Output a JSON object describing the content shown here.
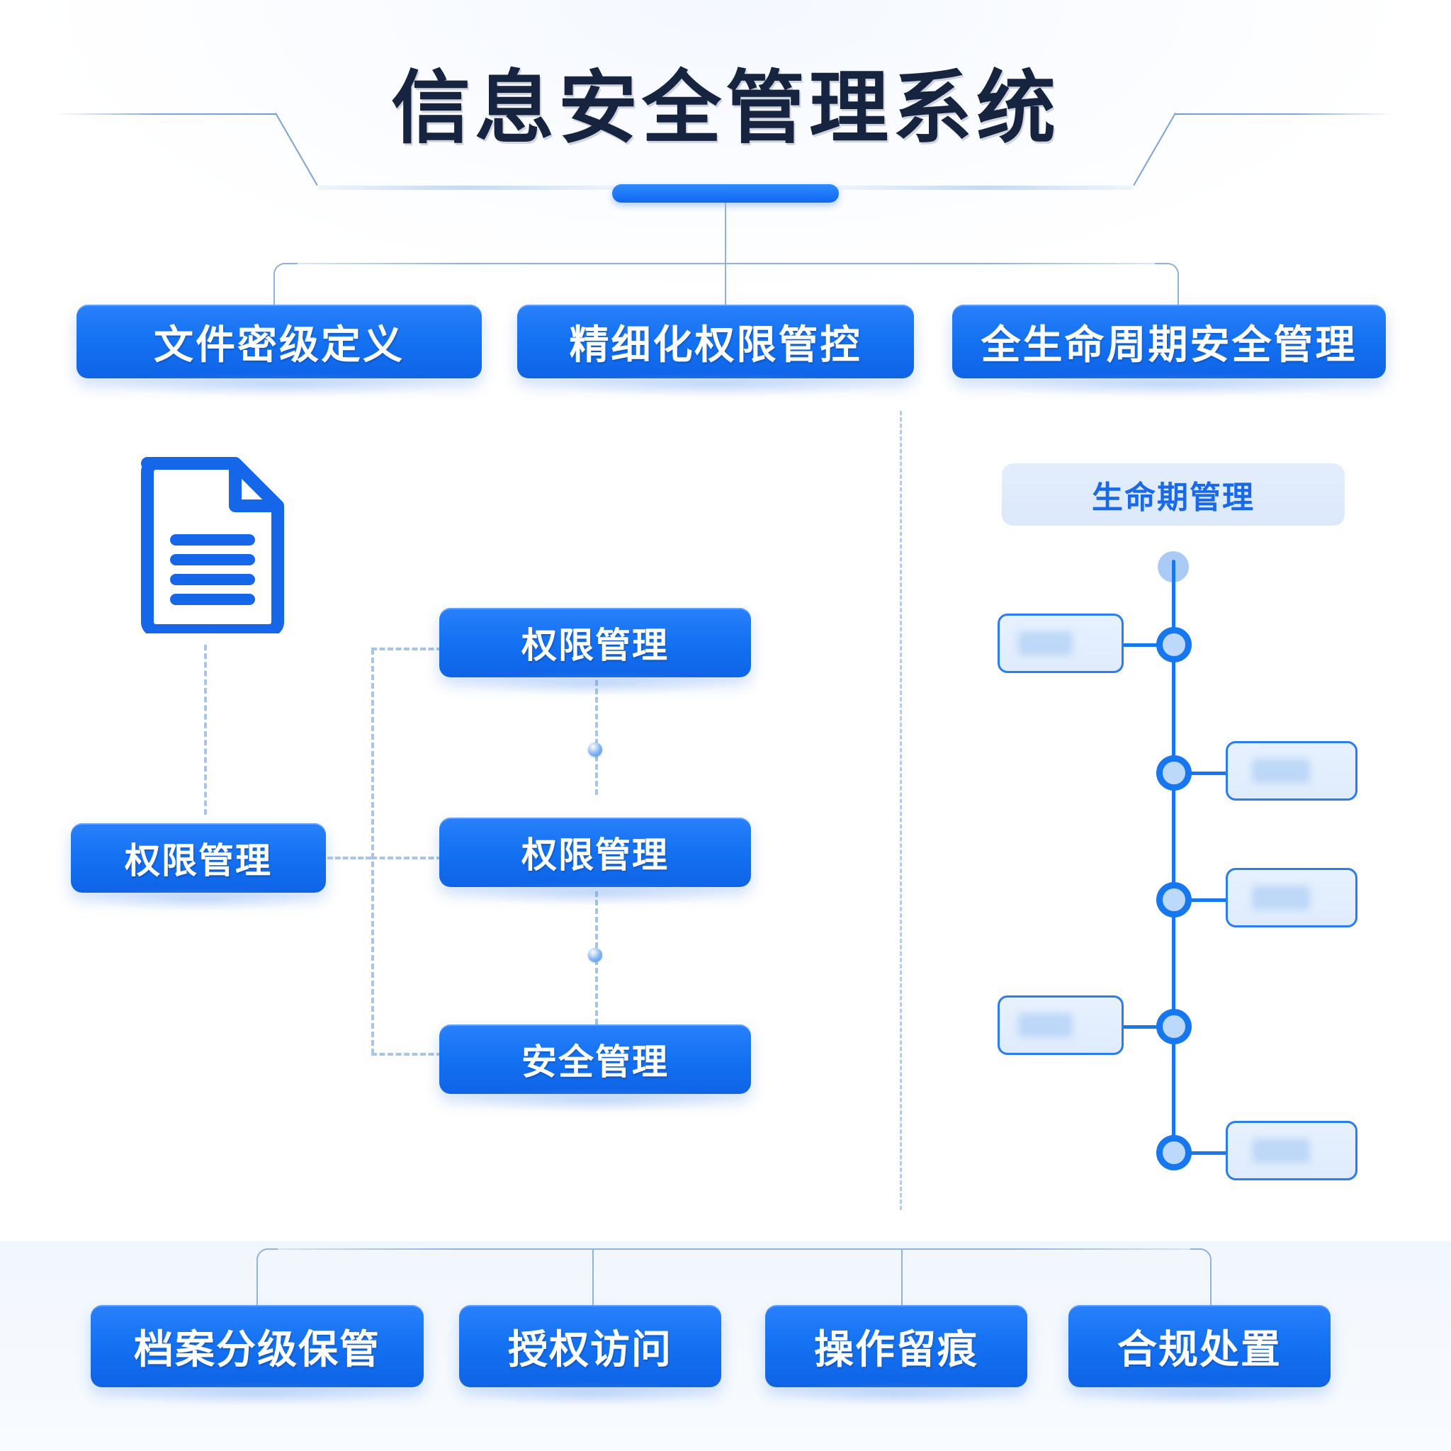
{
  "title": "信息安全管理系统",
  "top_pillars": [
    {
      "label": "文件密级定义"
    },
    {
      "label": "精细化权限管控"
    },
    {
      "label": "全生命周期安全管理"
    }
  ],
  "left_column": {
    "icon": "document-icon",
    "card": {
      "label": "权限管理"
    }
  },
  "middle_column": {
    "cards": [
      {
        "label": "权限管理"
      },
      {
        "label": "权限管理"
      },
      {
        "label": "安全管理"
      }
    ]
  },
  "lifecycle": {
    "header": "生命期管理",
    "nodes": [
      {
        "side": "left",
        "label": ""
      },
      {
        "side": "right",
        "label": ""
      },
      {
        "side": "right",
        "label": ""
      },
      {
        "side": "left",
        "label": ""
      },
      {
        "side": "right",
        "label": ""
      }
    ]
  },
  "bottom_capabilities": [
    {
      "label": "档案分级保管"
    },
    {
      "label": "授权访问"
    },
    {
      "label": "操作留痕"
    },
    {
      "label": "合规处置"
    }
  ],
  "colors": {
    "brand_blue": "#1677ef",
    "button_blue": "#1472f2",
    "title_navy": "#16243f",
    "line_blue": "#8fb3dd",
    "dash_blue": "#a8c4e6",
    "panel_light": "#e3edfc",
    "page_bg": "#ffffff",
    "band_bg": "#f1f6fd"
  }
}
